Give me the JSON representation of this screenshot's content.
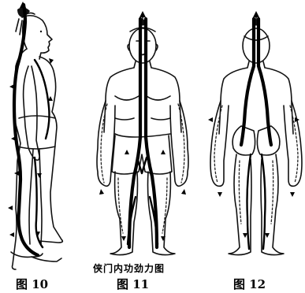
{
  "title": "侠门内功劲力图",
  "figures": [
    {
      "label": "图 10"
    },
    {
      "label": "图 11"
    },
    {
      "label": "图 12"
    }
  ],
  "ink_color": "#000000",
  "background_color": "#ffffff"
}
